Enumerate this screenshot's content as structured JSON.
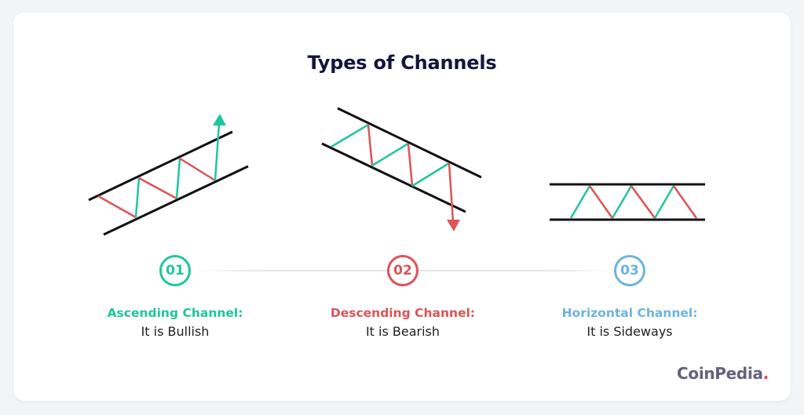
{
  "title": "Types of Channels",
  "colors": {
    "green": "#1fc69d",
    "red": "#dd5357",
    "blue": "#6cb4df",
    "line": "#111111",
    "title": "#14143c"
  },
  "channels": [
    {
      "number": "01",
      "heading": "Ascending Channel:",
      "description": "It is Bullish",
      "color": "#1fc69d",
      "arrow": "up"
    },
    {
      "number": "02",
      "heading": "Descending Channel:",
      "description": "It is Bearish",
      "color": "#dd5357",
      "arrow": "down"
    },
    {
      "number": "03",
      "heading": "Horizontal Channel:",
      "description": "It is Sideways",
      "color": "#6cb4df",
      "arrow": "none"
    }
  ],
  "brand": {
    "name": "CoinPedia",
    "dot": "."
  }
}
